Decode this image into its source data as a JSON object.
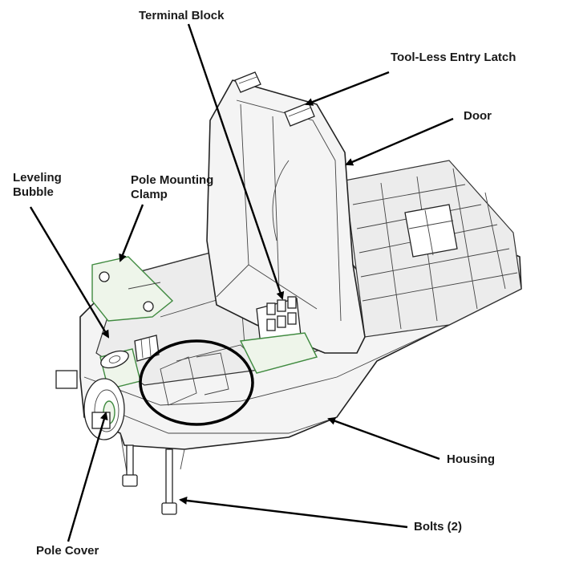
{
  "labels": {
    "terminal_block": "Terminal Block",
    "tool_less_entry_latch": "Tool-Less Entry Latch",
    "door": "Door",
    "leveling_bubble_1": "Leveling",
    "leveling_bubble_2": "Bubble",
    "pole_mounting_clamp_1": "Pole Mounting",
    "pole_mounting_clamp_2": "Clamp",
    "housing": "Housing",
    "bolts": "Bolts (2)",
    "pole_cover": "Pole Cover"
  },
  "colors": {
    "line": "#222222",
    "accent_green": "#3f8a3f",
    "arrow": "#000000"
  }
}
